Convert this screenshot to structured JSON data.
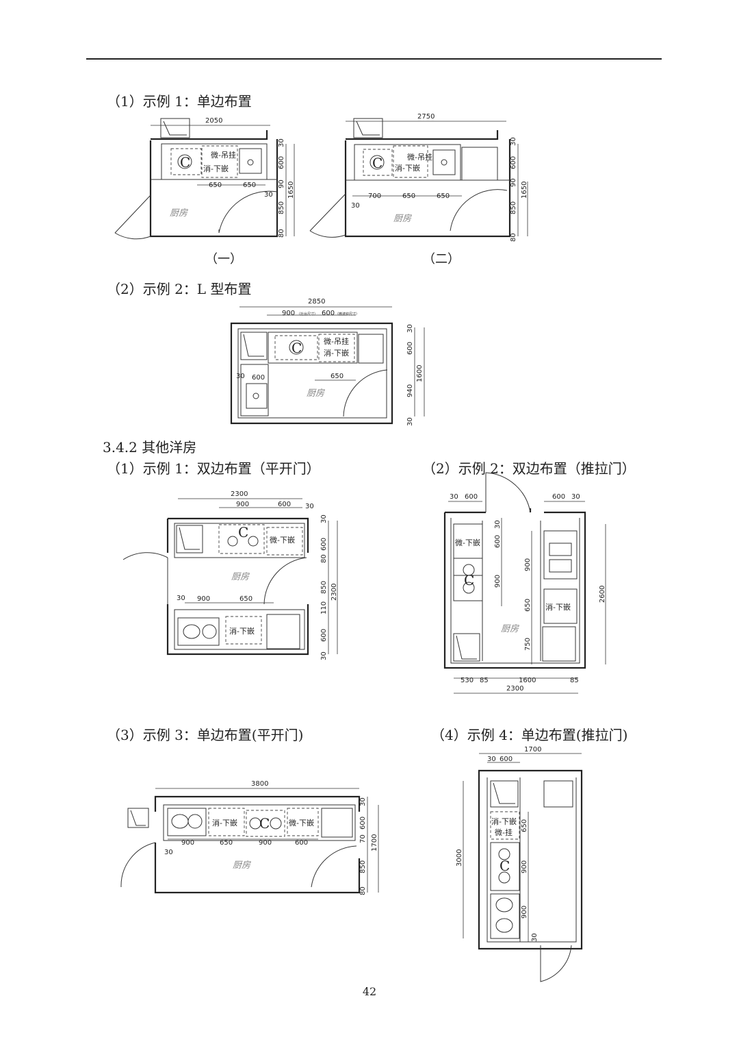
{
  "sections": {
    "s1_example1": "（1）示例 1：单边布置",
    "s2_example2": "（2）示例 2：L 型布置",
    "s342": "3.4.2 其他洋房",
    "s342_ex1": "（1）示例 1：双边布置（平开门）",
    "s342_ex2": "（2）示例 2：双边布置（推拉门）",
    "s342_ex3": "（3）示例 3：单边布置(平开门)",
    "s342_ex4": "（4）示例 4：单边布置(推拉门)"
  },
  "captions": {
    "variant1": "（一）",
    "variant2": "（二）"
  },
  "labels": {
    "kitchen": "厨房",
    "micro_hang": "微-吊挂",
    "steri_under": "消-下嵌",
    "micro_under": "微-下嵌",
    "micro_hang2": "微-挂",
    "burner": "C",
    "note900": "（灶台尺寸）",
    "note600": "（微波炉尺寸）"
  },
  "dims": {
    "p1": {
      "total": "2050",
      "a": "650",
      "b": "650",
      "c": "30",
      "v30": "30",
      "v600": "600",
      "v90": "90",
      "v850": "850",
      "v80": "80",
      "vtot": "1650"
    },
    "p2": {
      "total": "2750",
      "a": "700",
      "b": "650",
      "c": "650",
      "s30": "30",
      "v30": "30",
      "v600": "600",
      "v90": "90",
      "v850": "850",
      "v80": "80",
      "vtot": "1650"
    },
    "p3": {
      "total": "2850",
      "a": "900",
      "b": "600",
      "s30": "30",
      "s600": "600",
      "s650": "650",
      "v30": "30",
      "v600": "600",
      "v940": "940",
      "v30b": "30",
      "vtot": "1600"
    },
    "p4": {
      "total": "2300",
      "a": "900",
      "b": "600",
      "c": "30",
      "s30": "30",
      "s900": "900",
      "s650": "650",
      "v30": "30",
      "v600": "600",
      "v80": "80",
      "v850": "850",
      "v110": "110",
      "v600b": "600",
      "v30b": "30",
      "vtot": "2300"
    },
    "p5": {
      "t30": "30",
      "t600": "600",
      "t600b": "600",
      "t30b": "30",
      "v30": "30",
      "v600": "600",
      "v900": "900",
      "r900": "900",
      "r650": "650",
      "r750": "750",
      "vtot": "2600",
      "b530": "530",
      "b85": "85",
      "b1600": "1600",
      "b85b": "85",
      "btot": "2300"
    },
    "p6": {
      "total": "3800",
      "a": "900",
      "b": "650",
      "c": "900",
      "d": "600",
      "s30": "30",
      "v30": "30",
      "v600": "600",
      "v70": "70",
      "v850": "850",
      "v80": "80",
      "vtot": "1700"
    },
    "p7": {
      "total": "1700",
      "t30": "30",
      "t600": "600",
      "v650": "650",
      "v900": "900",
      "v900b": "900",
      "v30": "30",
      "ltot": "3000"
    }
  },
  "page_number": "42"
}
